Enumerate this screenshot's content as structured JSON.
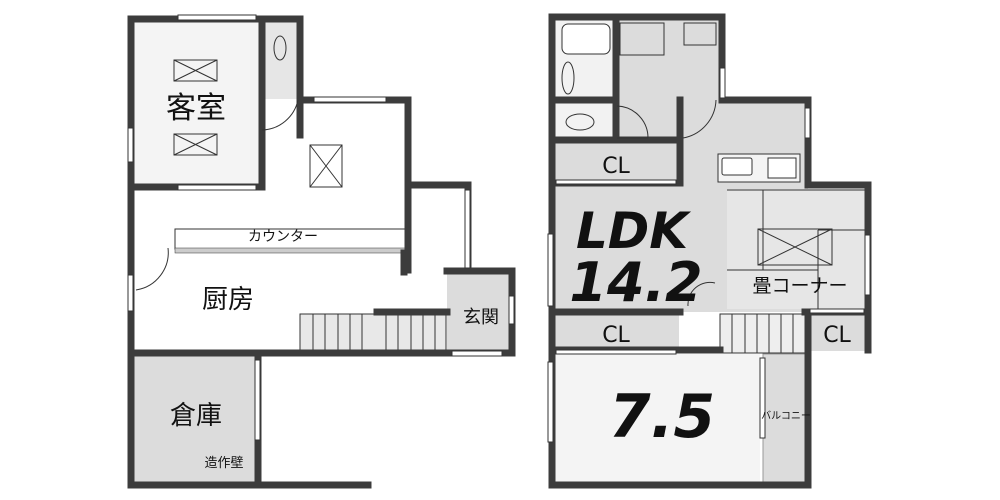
{
  "first_floor": {
    "guest_room": "客室",
    "counter": "カウンター",
    "kitchen": "厨房",
    "entrance": "玄関",
    "storage": "倉庫",
    "built_wall": "造作壁"
  },
  "second_floor": {
    "closet_top": "CL",
    "ldk_label": "LDK",
    "ldk_size": "14.2",
    "tatami_corner": "畳コーナー",
    "closet_middle": "CL",
    "closet_right": "CL",
    "bedroom_size": "7.5",
    "balcony": "バルコニー"
  },
  "colors": {
    "wall": "#3c3c3c",
    "room_light": "#f4f4f4",
    "room_gray": "#dcdcdc"
  }
}
